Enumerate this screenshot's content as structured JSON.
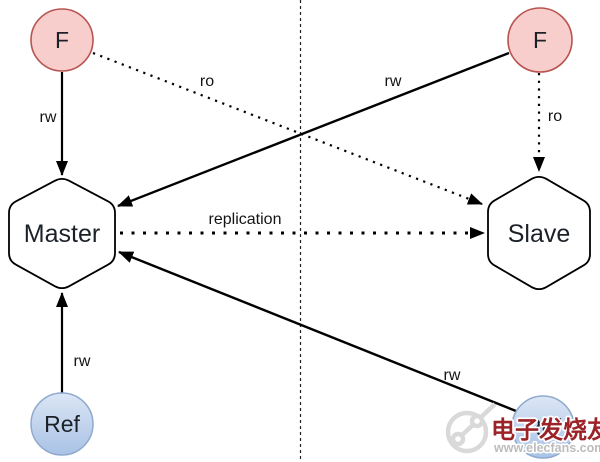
{
  "diagram": {
    "background_color": "#ffffff",
    "divider": {
      "style": "dashed-vertical",
      "color": "#222222"
    },
    "edge_color": "#000000",
    "nodes": {
      "f_left": {
        "label": "F",
        "shape": "circle",
        "fill": "#f8cecc",
        "stroke": "#b85450"
      },
      "f_right": {
        "label": "F",
        "shape": "circle",
        "fill": "#f8cecc",
        "stroke": "#b85450"
      },
      "master": {
        "label": "Master",
        "shape": "hexagon",
        "fill": "#ffffff",
        "stroke": "#000000"
      },
      "slave": {
        "label": "Slave",
        "shape": "hexagon",
        "fill": "#ffffff",
        "stroke": "#000000"
      },
      "ref_left": {
        "label": "Ref",
        "shape": "circle",
        "fill_top": "#dce6f5",
        "fill_bottom": "#a9c2e6",
        "stroke": "#90aacd"
      },
      "ref_right": {
        "label": "Ref",
        "shape": "circle",
        "fill_top": "#dce6f5",
        "fill_bottom": "#a9c2e6",
        "stroke": "#90aacd"
      }
    },
    "edges": {
      "f_left_to_master": {
        "label": "rw",
        "style": "solid"
      },
      "f_left_to_slave": {
        "label": "ro",
        "style": "dotted"
      },
      "f_right_to_master": {
        "label": "rw",
        "style": "solid"
      },
      "f_right_to_slave": {
        "label": "ro",
        "style": "dotted"
      },
      "master_to_slave": {
        "label": "replication",
        "style": "dotted"
      },
      "ref_left_to_master": {
        "label": "rw",
        "style": "solid"
      },
      "ref_right_to_master": {
        "label": "rw",
        "style": "solid"
      }
    },
    "watermark": {
      "brand": "电子发烧友",
      "url": "www.elecfans.com",
      "brand_color": "#9b2328",
      "url_color": "#bcbcbc",
      "logo_color": "#d9d9d9"
    }
  }
}
